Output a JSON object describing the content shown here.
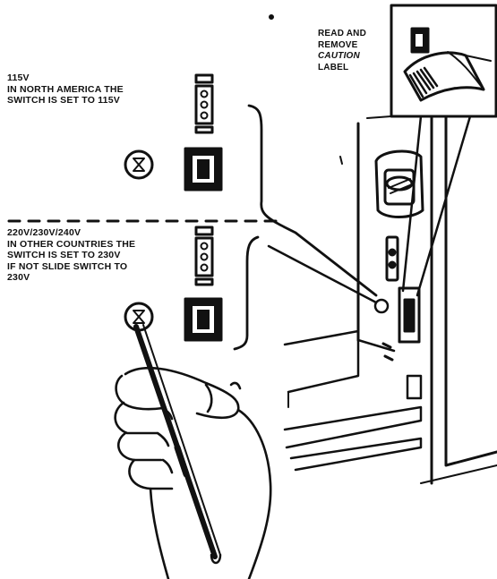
{
  "caution_callout": {
    "lines": [
      "READ AND",
      "REMOVE",
      "CAUTION",
      "LABEL"
    ]
  },
  "voltage_115": {
    "lines": [
      "115V",
      "IN NORTH AMERICA THE",
      "SWITCH IS SET TO 115V"
    ]
  },
  "voltage_230": {
    "lines": [
      "220V/230V/240V",
      "IN OTHER COUNTRIES THE",
      "SWITCH IS SET TO 230V",
      "IF NOT SLIDE SWITCH TO",
      "230V"
    ]
  },
  "colors": {
    "ink": "#111111",
    "paper": "#ffffff"
  }
}
